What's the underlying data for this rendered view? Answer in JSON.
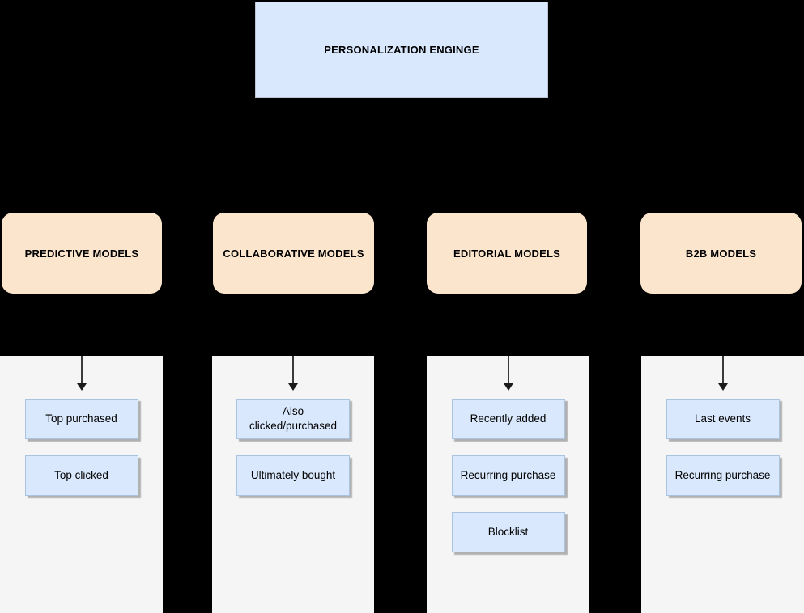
{
  "diagram": {
    "root": {
      "label": "PERSONALIZATION ENGINGE"
    },
    "branches": [
      {
        "label": "PREDICTIVE MODELS",
        "items": [
          "Top purchased",
          "Top clicked"
        ]
      },
      {
        "label": "COLLABORATIVE MODELS",
        "items": [
          "Also clicked/purchased",
          "Ultimately bought"
        ]
      },
      {
        "label": "EDITORIAL MODELS",
        "items": [
          "Recently added",
          "Recurring purchase",
          "Blocklist"
        ]
      },
      {
        "label": "B2B MODELS",
        "items": [
          "Last events",
          "Recurring purchase"
        ]
      }
    ]
  },
  "colors": {
    "background": "#000000",
    "root_fill": "#d9e8fc",
    "branch_fill": "#fce5cd",
    "panel_fill": "#f5f5f5",
    "item_fill": "#d9e8fc",
    "item_border": "#a9c4e0",
    "arrow": "#1a1a1a",
    "text": "#000000"
  }
}
